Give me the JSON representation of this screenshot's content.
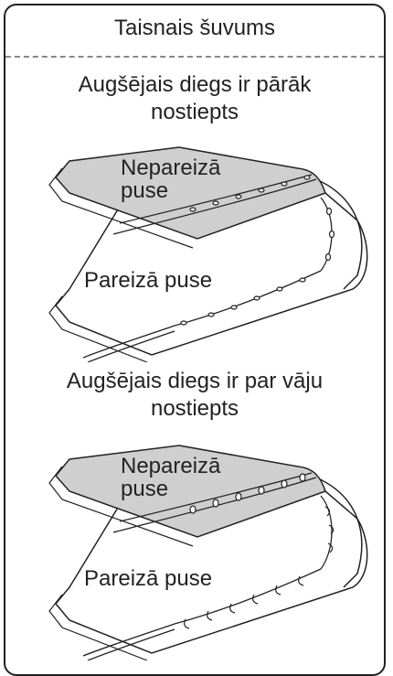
{
  "header": {
    "title": "Taisnais šuvums"
  },
  "sections": [
    {
      "caption_line1": "Augšējais diegs ir pārāk",
      "caption_line2": "nostiepts",
      "wrong_side_line1": "Nepareizā",
      "wrong_side_line2": "puse",
      "right_side": "Pareizā puse"
    },
    {
      "caption_line1": "Augšējais diegs ir par vāju",
      "caption_line2": "nostiepts",
      "wrong_side_line1": "Nepareizā",
      "wrong_side_line2": "puse",
      "right_side": "Pareizā puse"
    }
  ]
}
